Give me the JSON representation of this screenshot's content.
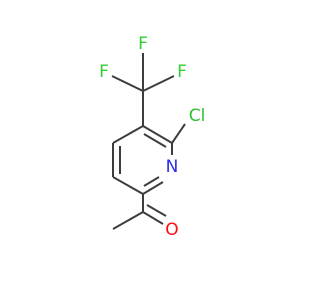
{
  "molecule": {
    "atoms": {
      "F1": "F",
      "F2": "F",
      "F3": "F",
      "Cl": "Cl",
      "N": "N",
      "O": "O"
    },
    "colors": {
      "bond": "#3d3d3d",
      "carbon": "#3d3d3d",
      "fluorine": "#32cd32",
      "chlorine": "#2fbf2f",
      "nitrogen": "#2d2de6",
      "oxygen": "#ff0d0d"
    }
  }
}
